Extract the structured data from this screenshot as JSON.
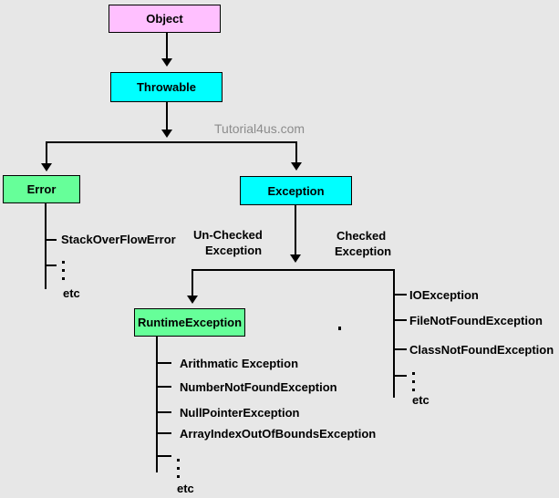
{
  "watermark": "Tutorial4us.com",
  "colors": {
    "background": "#e7e7e7",
    "object_box": "#ffc0ff",
    "throwable_exception_box": "#00ffff",
    "error_runtime_box": "#66ff99",
    "line": "#000000",
    "watermark_text": "#8c8c8c"
  },
  "nodes": {
    "object": {
      "label": "Object"
    },
    "throwable": {
      "label": "Throwable"
    },
    "error": {
      "label": "Error"
    },
    "exception": {
      "label": "Exception"
    },
    "runtime_exception": {
      "label": "RuntimeException"
    }
  },
  "branch_labels": {
    "unchecked": {
      "line1": "Un-Checked",
      "line2": "Exception"
    },
    "checked": {
      "line1": "Checked",
      "line2": "Exception"
    }
  },
  "error_branch": {
    "children": [
      "StackOverFlowError"
    ],
    "etc": "etc"
  },
  "runtime_branch": {
    "children": [
      "Arithmatic Exception",
      "NumberNotFoundException",
      "NullPointerException",
      "ArrayIndexOutOfBoundsException"
    ],
    "etc": "etc"
  },
  "checked_branch": {
    "children": [
      "IOException",
      "FileNotFoundException",
      "ClassNotFoundException"
    ],
    "etc": "etc"
  }
}
